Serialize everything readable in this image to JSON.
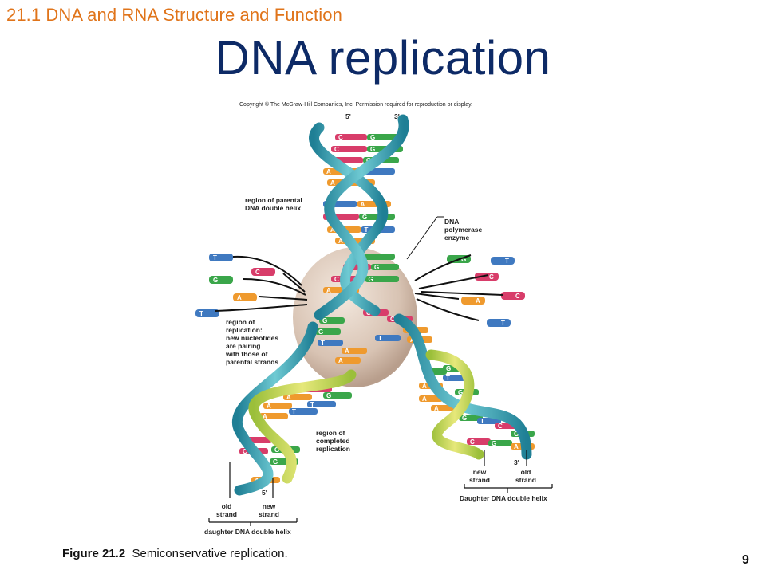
{
  "header": {
    "section": "21.1 DNA and RNA Structure and Function",
    "title": "DNA replication"
  },
  "diagram": {
    "copyright": "Copyright © The McGraw-Hill Companies, Inc. Permission required for reproduction or display.",
    "labels": {
      "parental_region": "region of parental\nDNA double helix",
      "polymerase": "DNA\npolymerase\nenzyme",
      "replication_region": "region of\nreplication:\nnew nucleotides\nare pairing\nwith those of\nparental strands",
      "completed_region": "region of\ncompleted\nreplication",
      "old_strand_left": "old\nstrand",
      "new_strand_left": "new\nstrand",
      "new_strand_right": "new\nstrand",
      "old_strand_right": "old\nstrand",
      "daughter_left": "daughter DNA double helix",
      "daughter_right": "Daughter DNA double helix"
    },
    "end_labels": {
      "top_5": "5'",
      "top_3": "3'",
      "left_5": "5'",
      "right_3": "3'"
    },
    "colors": {
      "G": "#3aa64a",
      "C": "#d83d6a",
      "A": "#ef9a2e",
      "T": "#3f79c0",
      "backbone": "#3fa9b5",
      "enzyme": "#d7c1b1"
    },
    "parental_bases": [
      {
        "left": "C",
        "right": "G"
      },
      {
        "left": "C",
        "right": "G"
      },
      {
        "left": "C",
        "right": "G"
      },
      {
        "left": "A",
        "right": "T"
      },
      {
        "left": "A",
        "right": ""
      },
      {
        "left": "T",
        "right": "A"
      },
      {
        "left": "C",
        "right": "G"
      },
      {
        "left": "A",
        "right": "T"
      },
      {
        "left": "A",
        "right": ""
      },
      {
        "left": "G",
        "right": ""
      },
      {
        "left": "C",
        "right": "G"
      },
      {
        "left": "C",
        "right": "G"
      },
      {
        "left": "A",
        "right": ""
      }
    ],
    "free_nucleotides_left": [
      "T",
      "C",
      "G",
      "A",
      "T"
    ],
    "free_nucleotides_right": [
      "G",
      "T",
      "C",
      "A",
      "C",
      "T"
    ],
    "replication_bases": [
      "C",
      "C",
      "G",
      "A",
      "G",
      "T",
      "A",
      "T",
      "A",
      "A"
    ],
    "left_daughter_bases": [
      "C",
      "G",
      "A",
      "T",
      "A",
      "T",
      "A",
      "C",
      "G",
      "C",
      "G",
      "A"
    ],
    "right_daughter_bases": [
      "G",
      "G",
      "A",
      "T",
      "A",
      "G",
      "A",
      "G",
      "T",
      "C",
      "G",
      "C",
      "G",
      "A"
    ]
  },
  "caption": {
    "figure": "Figure 21.2",
    "text": "Semiconservative replication."
  },
  "page_number": "9"
}
